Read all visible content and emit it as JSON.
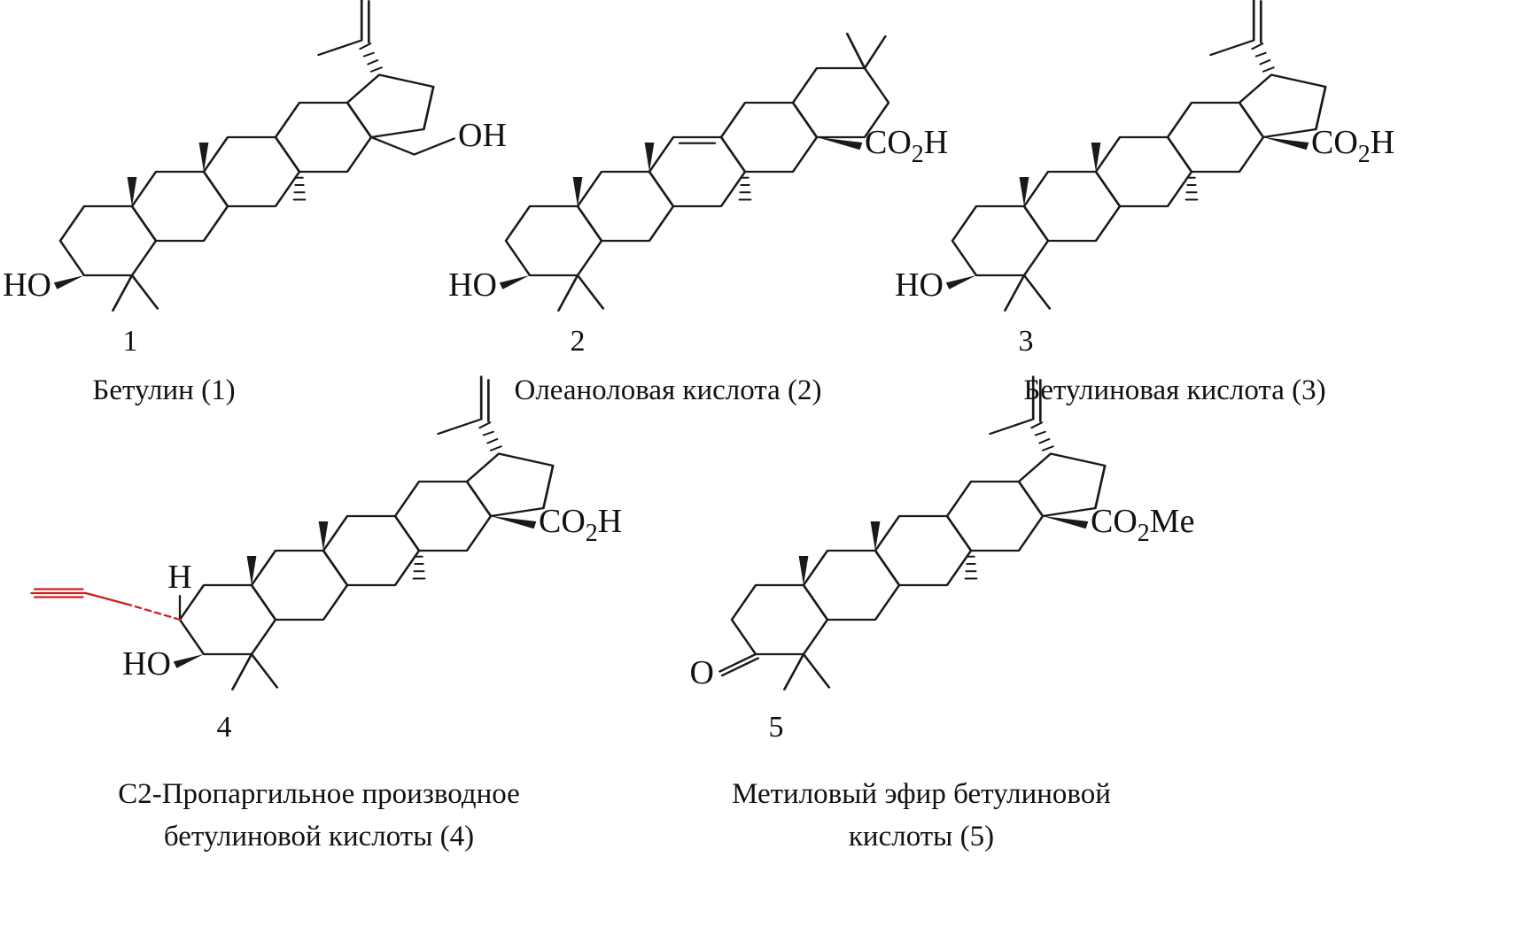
{
  "figure": {
    "background": "#ffffff",
    "bond_color": "#1a1a1a",
    "propargyl_color": "#cc2020"
  },
  "compounds": [
    {
      "number": "1",
      "caption_lines": [
        "Бетулин (1)"
      ],
      "labels": {
        "hydroxyl": "HO",
        "hydroxymethyl": "OH"
      }
    },
    {
      "number": "2",
      "caption_lines": [
        "Олеаноловая кислота (2)"
      ],
      "labels": {
        "hydroxyl": "HO",
        "acid_pre": "CO",
        "acid_sub": "2",
        "acid_post": "H"
      }
    },
    {
      "number": "3",
      "caption_lines": [
        "Бетулиновая кислота (3)"
      ],
      "labels": {
        "hydroxyl": "HO",
        "acid_pre": "CO",
        "acid_sub": "2",
        "acid_post": "H"
      }
    },
    {
      "number": "4",
      "caption_lines": [
        "C2-Пропаргильное производное",
        "бетулиновой кислоты (4)"
      ],
      "labels": {
        "hydroxyl": "HO",
        "stereo_h": "H",
        "acid_pre": "CO",
        "acid_sub": "2",
        "acid_post": "H"
      }
    },
    {
      "number": "5",
      "caption_lines": [
        "Метиловый эфир бетулиновой",
        "кислоты (5)"
      ],
      "labels": {
        "ketone": "O",
        "ester_pre": "CO",
        "ester_sub": "2",
        "ester_post": "Me"
      }
    }
  ]
}
